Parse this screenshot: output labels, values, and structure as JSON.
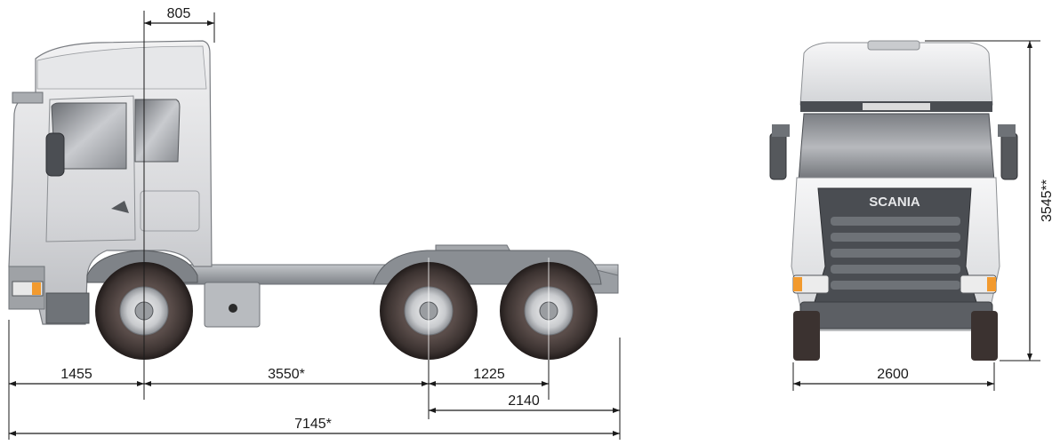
{
  "brand": "SCANIA",
  "dimensions": {
    "front_to_cab_axis": "805",
    "front_overhang": "1455",
    "wheelbase": "3550*",
    "tandem_spacing": "1225",
    "rear_section": "2140",
    "overall_length": "7145*",
    "overall_width": "2600",
    "overall_height": "3545**"
  },
  "colors": {
    "cab": "#d9dadc",
    "chassis": "#9a9ea3",
    "tyre": "#3b3230",
    "grille": "#4a4d52",
    "line": "#1a1a1a"
  }
}
